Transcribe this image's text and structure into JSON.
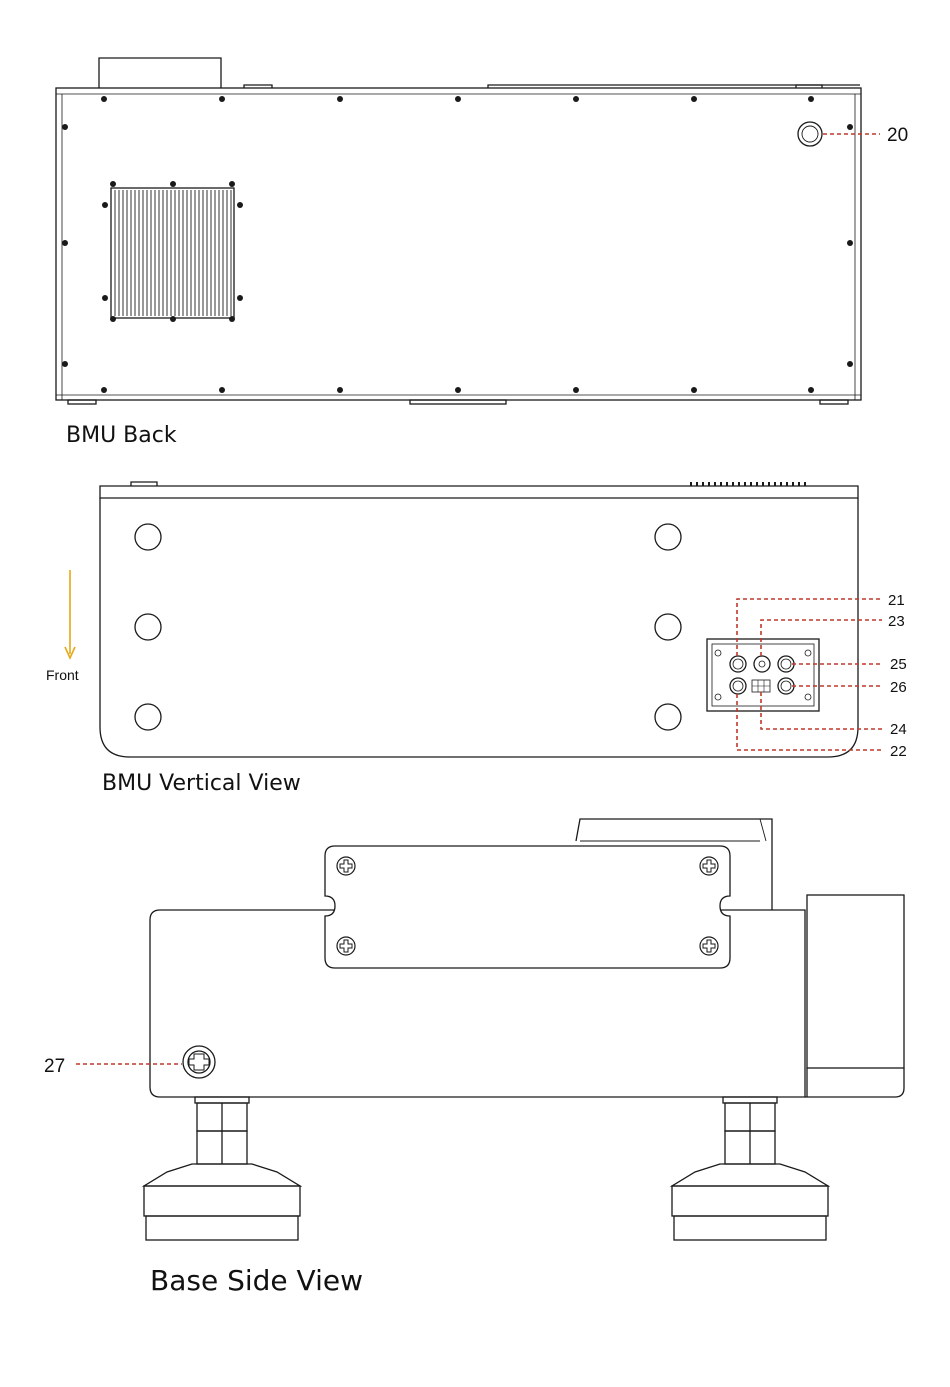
{
  "captions": {
    "bmu_back": "BMU Back",
    "bmu_vertical": "BMU Vertical View",
    "base_side": "Base Side View",
    "front": "Front"
  },
  "callouts": {
    "c20": "20",
    "c21": "21",
    "c22": "22",
    "c23": "23",
    "c24": "24",
    "c25": "25",
    "c26": "26",
    "c27": "27"
  },
  "colors": {
    "leader": "#c0392b",
    "arrow": "#e6a817",
    "line": "#1a1a1a"
  }
}
